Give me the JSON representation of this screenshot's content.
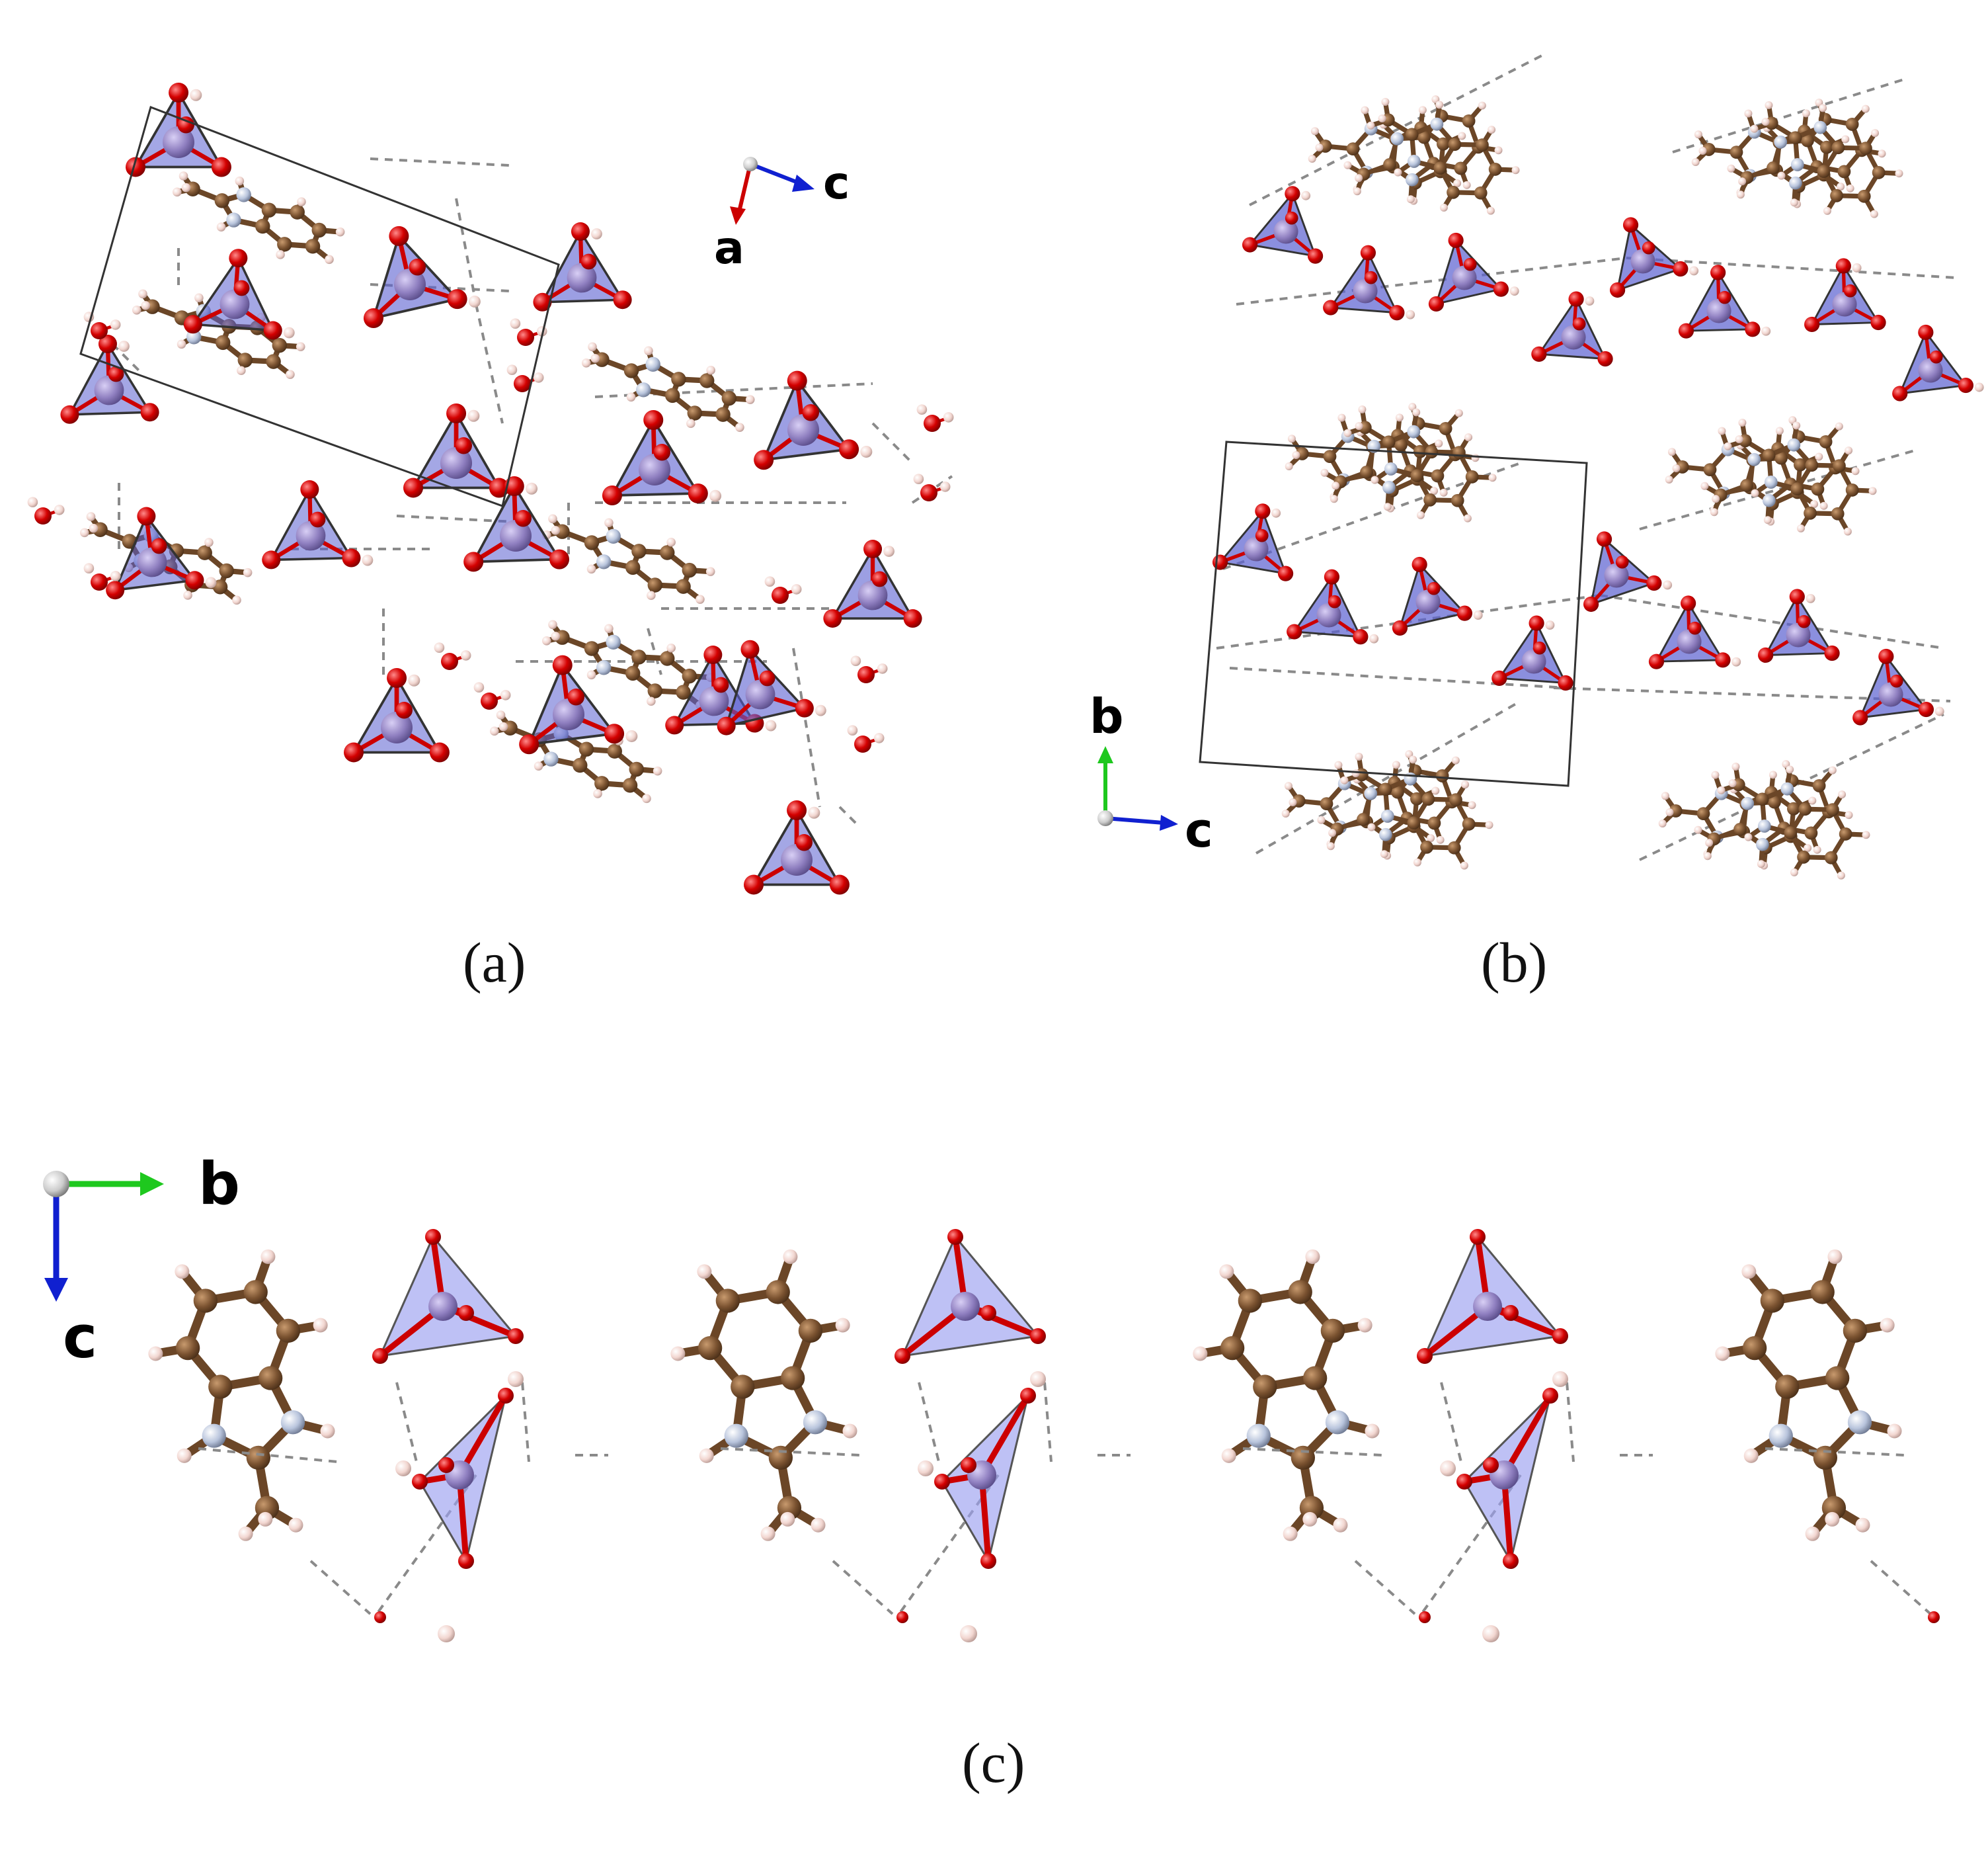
{
  "panels": [
    {
      "id": "a",
      "caption": "(a)",
      "axes": [
        "a",
        "c"
      ]
    },
    {
      "id": "b",
      "caption": "(b)",
      "axes": [
        "b",
        "c"
      ]
    },
    {
      "id": "c",
      "caption": "(c)",
      "axes": [
        "b",
        "c"
      ]
    }
  ],
  "colors": {
    "carbon": "#7a5230",
    "oxygen": "#d40000",
    "nitrogen": "#b8c4dc",
    "hydrogen": "#f2d6d0",
    "metal_center": "#8f7fc0",
    "tetrahedron": "#5a5fd0",
    "tetrahedron_light": "#9b9ff0",
    "axis_red": "#cc0000",
    "axis_blue": "#1020d0",
    "axis_green": "#1ec81e",
    "hbond": "#888888",
    "cell": "#333333"
  }
}
